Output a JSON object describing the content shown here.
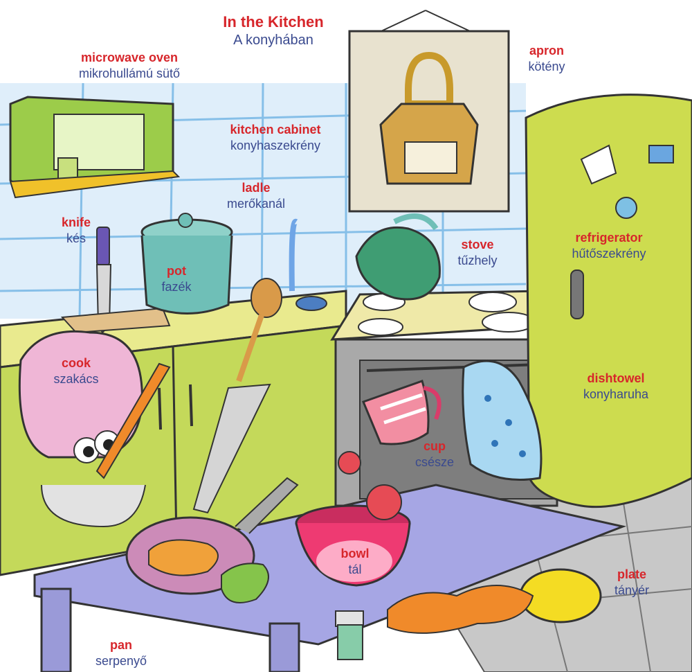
{
  "title": {
    "en": "In the Kitchen",
    "hu": "A konyhában"
  },
  "colors": {
    "english_label": "#d7262b",
    "hungarian_label": "#3a4a8f",
    "outline": "#2b2b2b",
    "wall_tile": "#dfeefa",
    "tile_line": "#86bfe8",
    "counter_yellow": "#e9ea8e",
    "cabinet_green": "#c4d95a",
    "microwave_green": "#9ccc4a",
    "refrigerator_green": "#cddc4f",
    "table_purple": "#a6a6e4",
    "bowl_pink": "#ee3a72",
    "plate_yellow": "#f4dc23",
    "pot_teal": "#6fbfb7",
    "kettle_green": "#3f9d73",
    "floor_gray": "#b9b9b9",
    "dishtowel_blue": "#a9d8f2",
    "chef_hat_pink": "#efb6d6"
  },
  "items": [
    {
      "key": "microwave",
      "en": "microwave oven",
      "hu": "mikrohullámú sütő",
      "icon": "microwave-icon"
    },
    {
      "key": "apron",
      "en": "apron",
      "hu": "kötény",
      "icon": "apron-icon"
    },
    {
      "key": "kitchen_cabinet",
      "en": "kitchen cabinet",
      "hu": "konyhaszekrény",
      "icon": "cabinet-icon"
    },
    {
      "key": "ladle",
      "en": "ladle",
      "hu": "merőkanál",
      "icon": "ladle-icon"
    },
    {
      "key": "knife",
      "en": "knife",
      "hu": "kés",
      "icon": "knife-icon"
    },
    {
      "key": "pot",
      "en": "pot",
      "hu": "fazék",
      "icon": "pot-icon"
    },
    {
      "key": "stove",
      "en": "stove",
      "hu": "tűzhely",
      "icon": "stove-icon"
    },
    {
      "key": "refrigerator",
      "en": "refrigerator",
      "hu": "hűtőszekrény",
      "icon": "refrigerator-icon"
    },
    {
      "key": "cook",
      "en": "cook",
      "hu": "szakács",
      "icon": "chef-hat-icon"
    },
    {
      "key": "dishtowel",
      "en": "dishtowel",
      "hu": "konyharuha",
      "icon": "dishtowel-icon"
    },
    {
      "key": "cup",
      "en": "cup",
      "hu": "csésze",
      "icon": "cup-icon"
    },
    {
      "key": "bowl",
      "en": "bowl",
      "hu": "tál",
      "icon": "bowl-icon"
    },
    {
      "key": "plate",
      "en": "plate",
      "hu": "tányér",
      "icon": "plate-icon"
    },
    {
      "key": "pan",
      "en": "pan",
      "hu": "serpenyő",
      "icon": "pan-icon"
    }
  ]
}
